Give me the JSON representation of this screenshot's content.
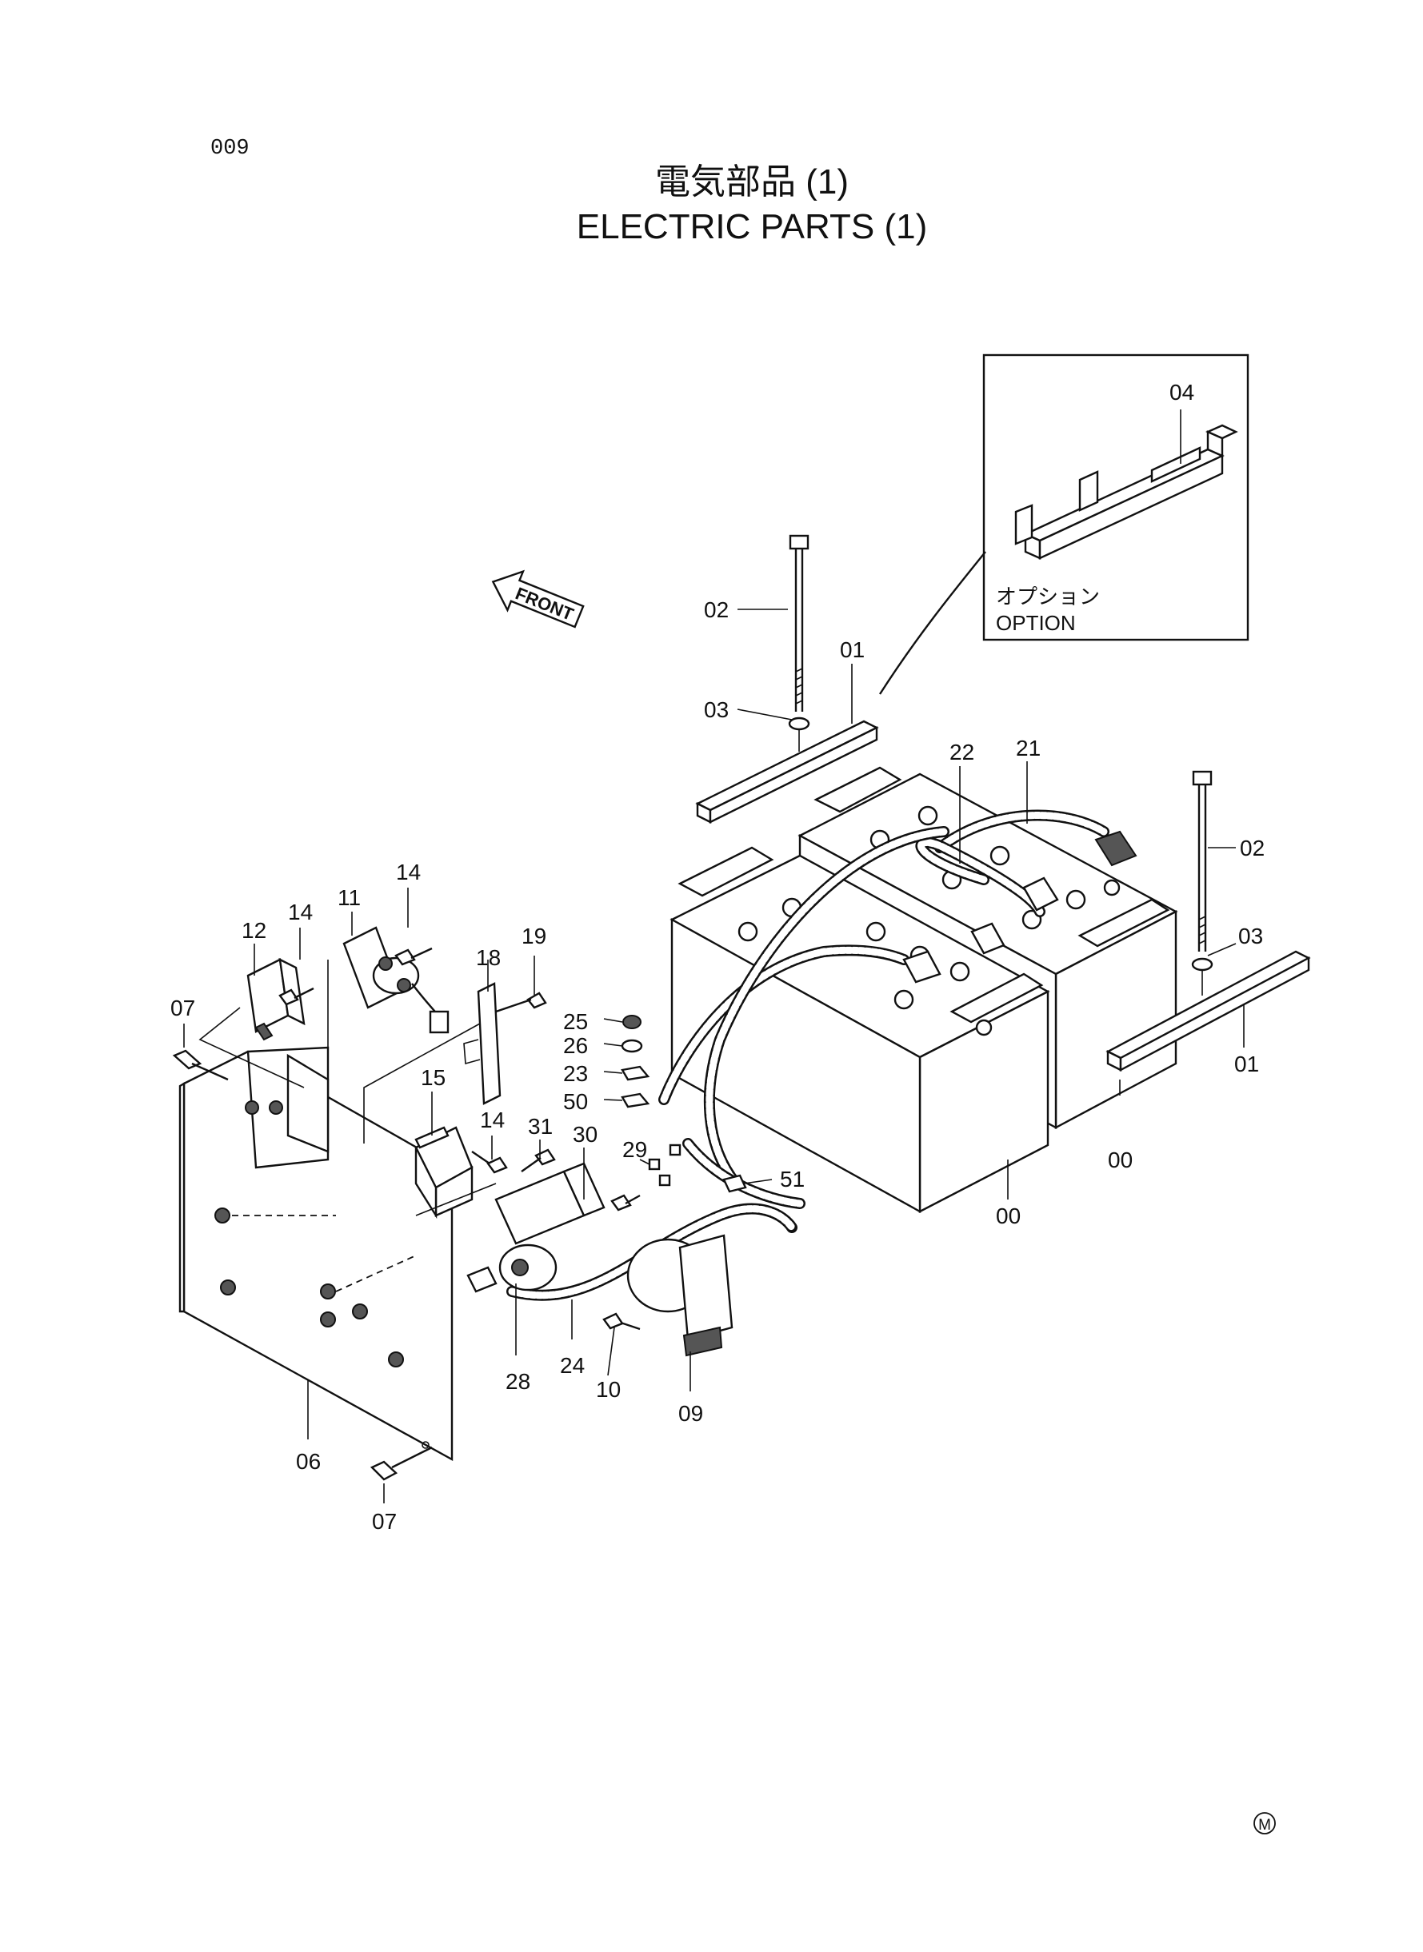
{
  "page": {
    "number": "009"
  },
  "title": {
    "japanese": "電気部品 (1)",
    "english": "ELECTRIC PARTS (1)"
  },
  "front_arrow": {
    "label": "FRONT"
  },
  "option_box": {
    "japanese": "オプション",
    "english": "OPTION"
  },
  "callouts": {
    "c00a": "00",
    "c00b": "00",
    "c01a": "01",
    "c01b": "01",
    "c02a": "02",
    "c02b": "02",
    "c03a": "03",
    "c03b": "03",
    "c04": "04",
    "c06": "06",
    "c07a": "07",
    "c07b": "07",
    "c09": "09",
    "c10": "10",
    "c11": "11",
    "c12": "12",
    "c14a": "14",
    "c14b": "14",
    "c14c": "14",
    "c15": "15",
    "c18": "18",
    "c19": "19",
    "c21": "21",
    "c22": "22",
    "c23": "23",
    "c24": "24",
    "c25": "25",
    "c26": "26",
    "c28": "28",
    "c29": "29",
    "c30": "30",
    "c31": "31",
    "c50": "50",
    "c51": "51"
  },
  "footer": {
    "mark": "M"
  }
}
